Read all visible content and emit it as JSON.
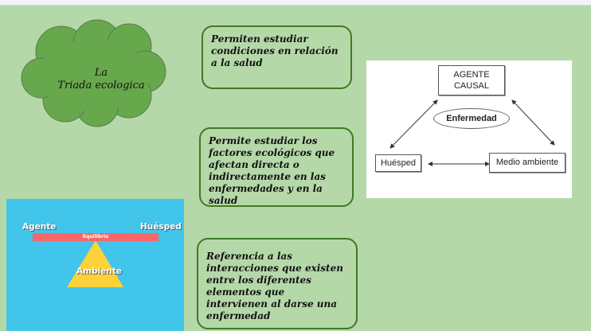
{
  "title": {
    "line1": "La",
    "line2": "Triada ecologica"
  },
  "cards": [
    {
      "text": "Permiten estudiar condiciones en relación a la salud"
    },
    {
      "text": "Permite estudiar los factores ecológicos que afectan directa o indirectamente en las enfermedades y en la salud"
    },
    {
      "text": "Referencia a las interacciones que existen entre los diferentes elementos que intervienen al darse una enfermedad"
    }
  ],
  "diagram": {
    "agent_line1": "AGENTE",
    "agent_line2": "CAUSAL",
    "center": "Enfermedad",
    "host": "Huésped",
    "environment": "Medio ambiente"
  },
  "balance": {
    "left": "Agente",
    "right": "Huésped",
    "beam": "Equilibrio",
    "fulcrum": "Ambiente"
  },
  "colors": {
    "background": "#b5d8a8",
    "cloud": "#67a84d",
    "border": "#3f7a24",
    "panel": "#42c5ea",
    "beam": "#f8666a",
    "fulcrum": "#fdd13a"
  }
}
